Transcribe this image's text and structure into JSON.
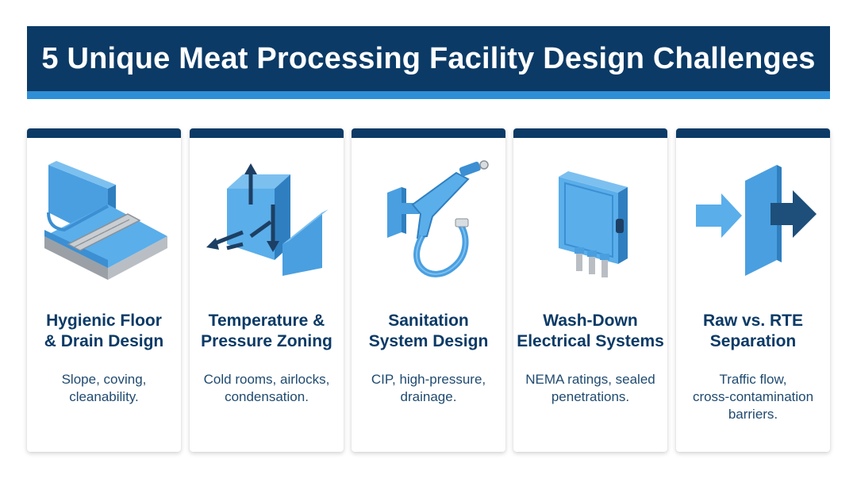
{
  "title": "5 Unique Meat Processing Facility Design Challenges",
  "colors": {
    "header": "#0b3a66",
    "accent_stripe": "#2f8fd6",
    "icon_blue": "#4a9fe0",
    "text_dark": "#0b3a66"
  },
  "cards": [
    {
      "icon": "floor-drain-icon",
      "title": "Hygienic Floor\n& Drain Design",
      "description": "Slope, coving,\ncleanability."
    },
    {
      "icon": "pressure-zone-icon",
      "title": "Temperature &\nPressure Zoning",
      "description": "Cold rooms, airlocks,\ncondensation."
    },
    {
      "icon": "spray-nozzle-icon",
      "title": "Sanitation\nSystem Design",
      "description": "CIP, high-pressure,\ndrainage."
    },
    {
      "icon": "electrical-enclosure-icon",
      "title": "Wash-Down\nElectrical Systems",
      "description": "NEMA ratings, sealed\npenetrations."
    },
    {
      "icon": "separation-wall-icon",
      "title": "Raw vs. RTE\nSeparation",
      "description": "Traffic flow,\ncross-contamination\nbarriers."
    }
  ]
}
